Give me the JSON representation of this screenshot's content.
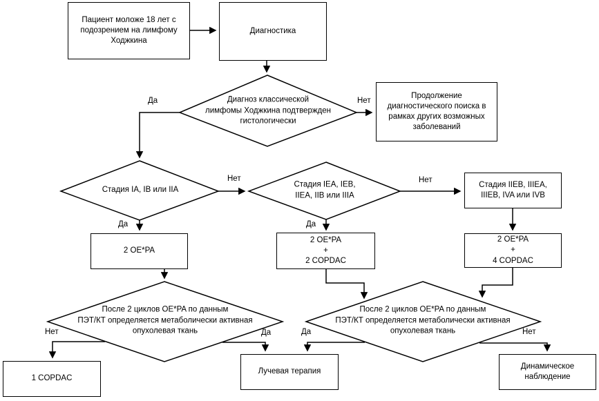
{
  "diagram": {
    "background_color": "#ffffff",
    "line_color": "#000000",
    "nodes": {
      "patient": {
        "shape": "rect",
        "label": "Пациент моложе 18 лет с\nподозрением на лимфому\nХоджкина"
      },
      "diagnostics": {
        "shape": "rect",
        "label": "Диагностика"
      },
      "histology_decision": {
        "shape": "diamond",
        "label": "Диагноз классической\nлимфомы Ходжкина подтвержден\nгистологически"
      },
      "continue_search": {
        "shape": "rect",
        "label": "Продолжение\nдиагностического поиска в\nрамках других возможных\nзаболеваний"
      },
      "stage_early_decision": {
        "shape": "diamond",
        "label": "Стадия IA, IB или IIA"
      },
      "stage_intermediate_decision": {
        "shape": "diamond",
        "label": "Стадия IEA, IEB,\nIIEA, IIB или IIIA"
      },
      "stage_advanced": {
        "shape": "rect",
        "label": "Стадия IIEB, IIIEA,\nIIIEB, IVA или IVB"
      },
      "oepa2": {
        "shape": "rect",
        "label": "2 OE*PA"
      },
      "oepa2_copdac2": {
        "shape": "rect",
        "label": "2 OE*PA\n+\n2 COPDAC"
      },
      "oepa2_copdac4": {
        "shape": "rect",
        "label": "2 OE*PA\n+\n4 COPDAC"
      },
      "pet_left_decision": {
        "shape": "diamond",
        "label": "После 2 циклов OE*PA по данным\nПЭТ/КТ определяется метаболически активная\nопухолевая ткань"
      },
      "pet_right_decision": {
        "shape": "diamond",
        "label": "После 2 циклов OE*PA по данным\nПЭТ/КТ определяется метаболически активная\nопухолевая ткань"
      },
      "copdac1": {
        "shape": "rect",
        "label": "1 COPDAC"
      },
      "radiotherapy": {
        "shape": "rect",
        "label": "Лучевая терапия"
      },
      "observation": {
        "shape": "rect",
        "label": "Динамическое\nнаблюдение"
      }
    },
    "edge_labels": {
      "histology_yes": "Да",
      "histology_no": "Нет",
      "stage_early_no": "Нет",
      "stage_intermediate_no": "Нет",
      "stage_early_yes": "Да",
      "stage_intermediate_yes": "Да",
      "pet_left_no": "Нет",
      "pet_left_yes": "Да",
      "pet_right_yes": "Да",
      "pet_right_no": "Нет"
    }
  }
}
